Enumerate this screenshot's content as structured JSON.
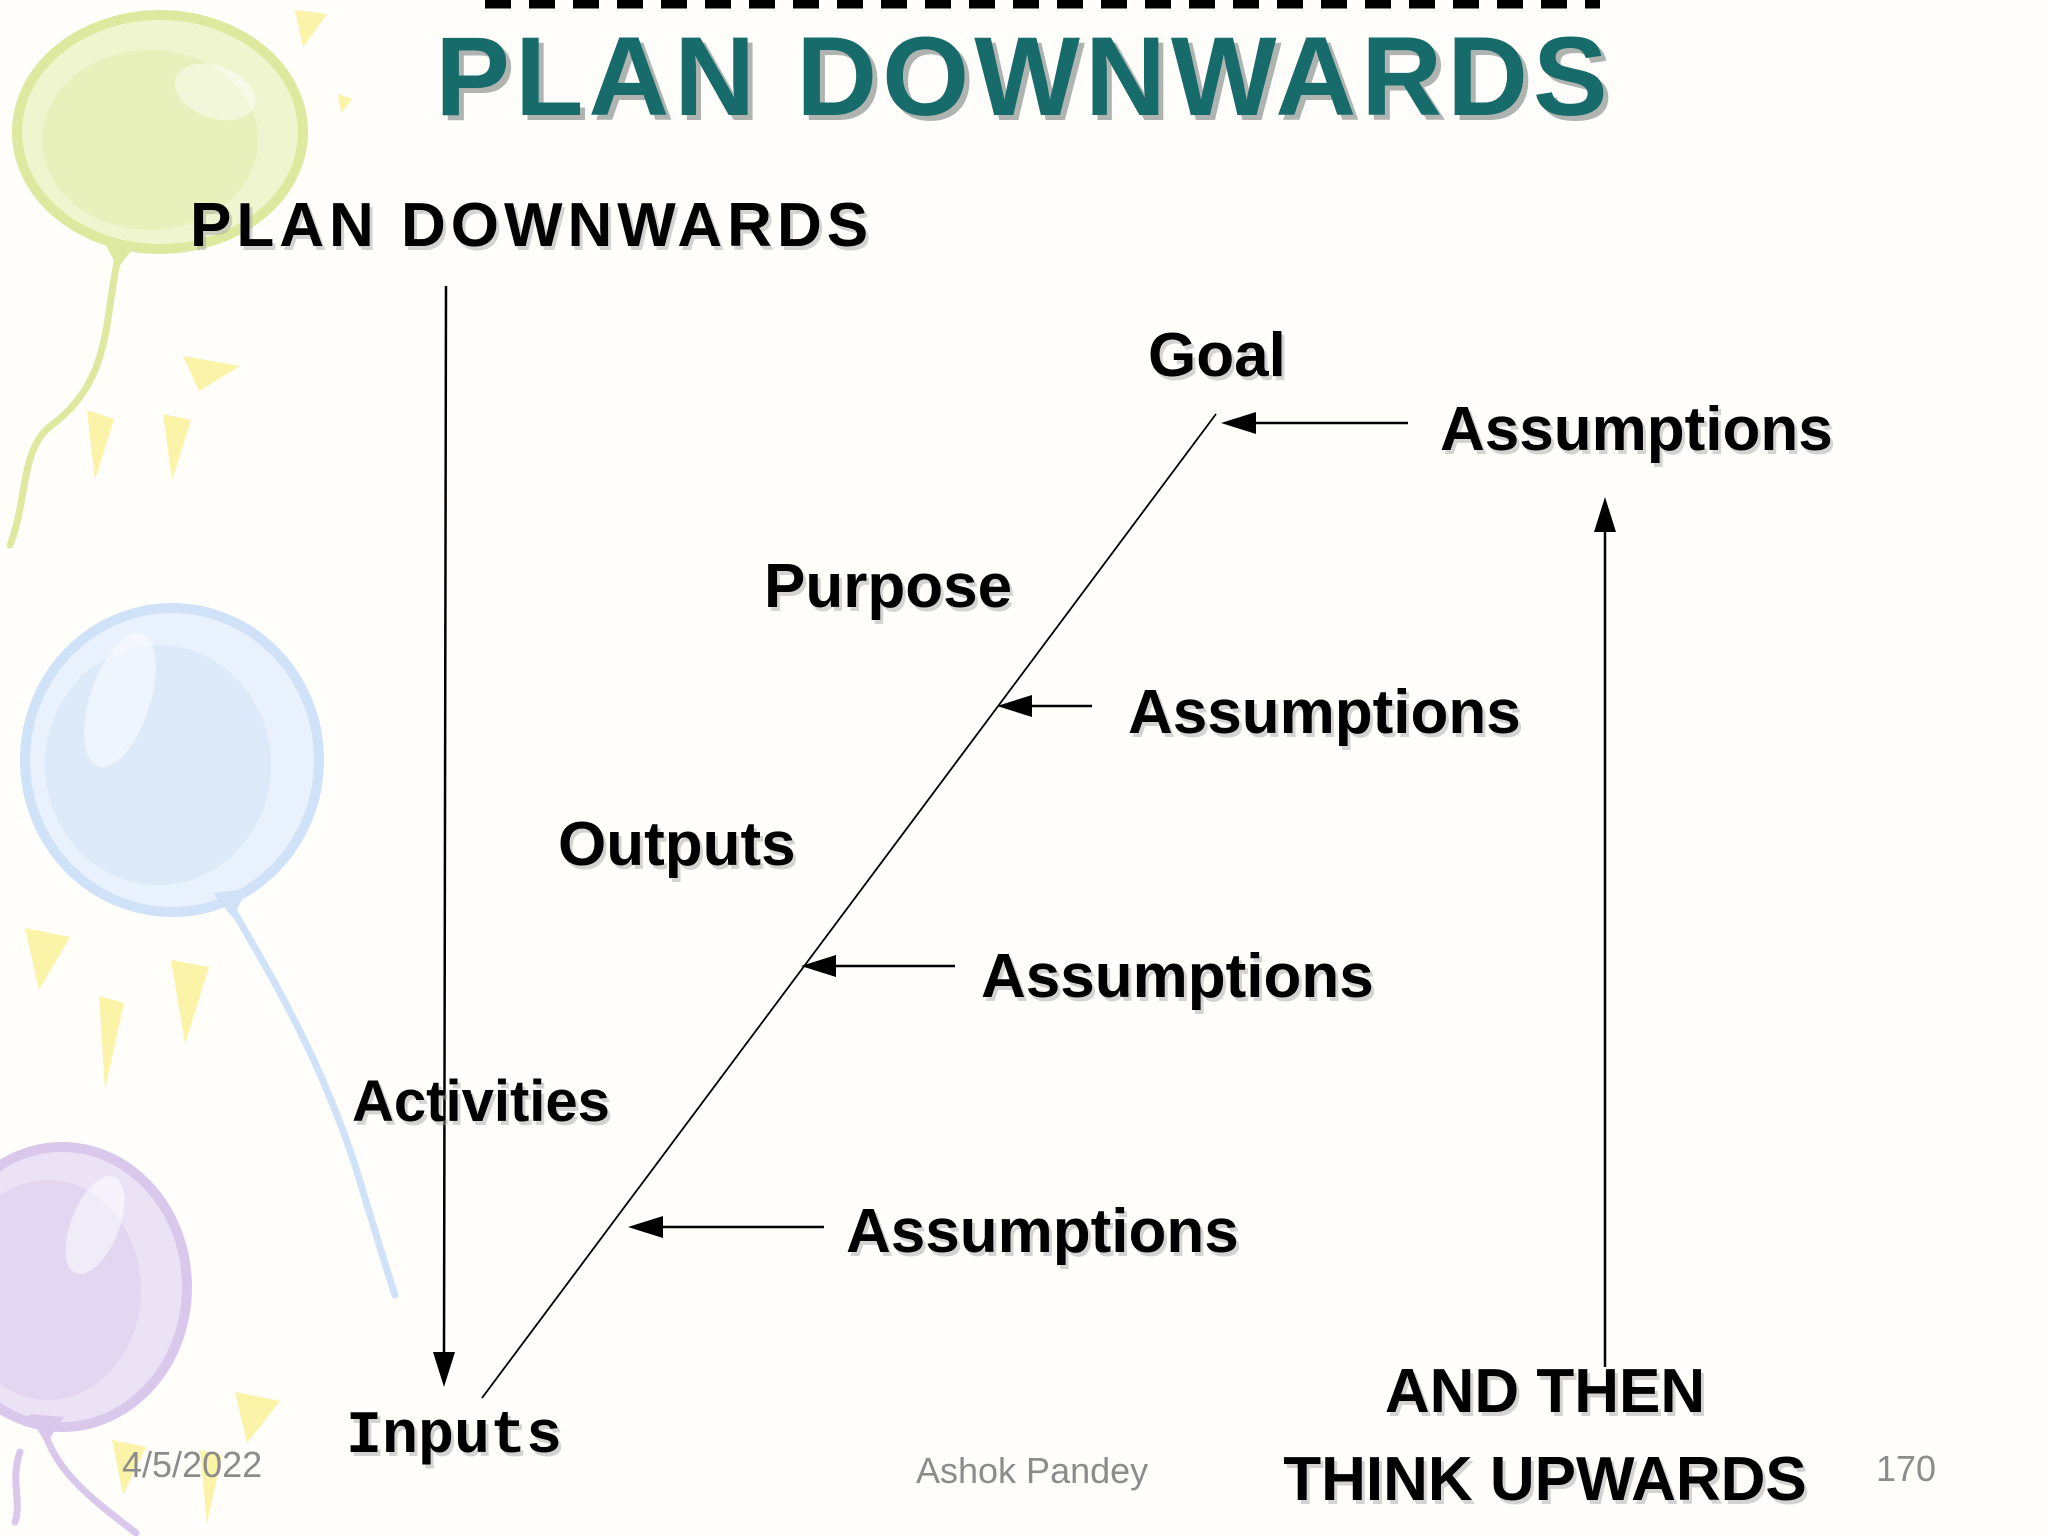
{
  "slide": {
    "title": "PLAN DOWNWARDS",
    "plan_label": "PLAN DOWNWARDS",
    "ladder": {
      "goal": "Goal",
      "purpose": "Purpose",
      "outputs": "Outputs",
      "activities": "Activities",
      "inputs": "Inputs"
    },
    "assumptions": {
      "goal_level": "Assumptions",
      "purpose_level": "Assumptions",
      "outputs_level": "Assumptions",
      "activities_level": "Assumptions"
    },
    "think_upwards": {
      "line1": "AND THEN",
      "line2": "THINK UPWARDS"
    },
    "footer": {
      "date": "4/5/2022",
      "author": "Ashok Pandey",
      "page_number": "170"
    },
    "clipped_text_row_at_top": true,
    "colors": {
      "ink": "#000000",
      "title": "#176b6a",
      "title_shadow": "#b0b4b0",
      "footer_text": "#8c8c8c",
      "balloon_green": "#eff5cf",
      "balloon_green_rim": "#dde99f",
      "balloon_blue": "#e9f1fc",
      "balloon_blue_rim": "#cfe2f8",
      "balloon_purple": "#ece2f6",
      "balloon_purple_rim": "#d9c8ec",
      "sparkle_yellow": "#faf3a8"
    }
  }
}
